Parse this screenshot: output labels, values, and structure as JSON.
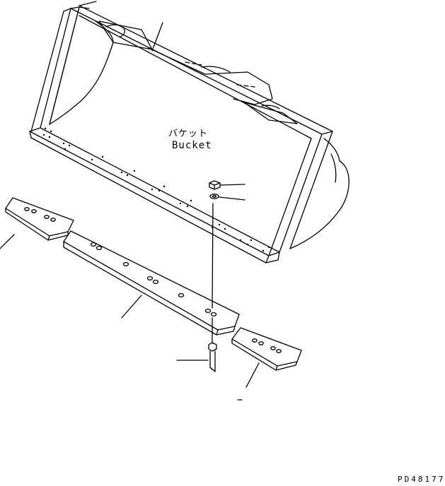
{
  "part": {
    "name_jp": "バケット",
    "name_en": "Bucket"
  },
  "drawing_code": "PD48177",
  "colors": {
    "line": "#000000",
    "background": "#ffffff"
  }
}
